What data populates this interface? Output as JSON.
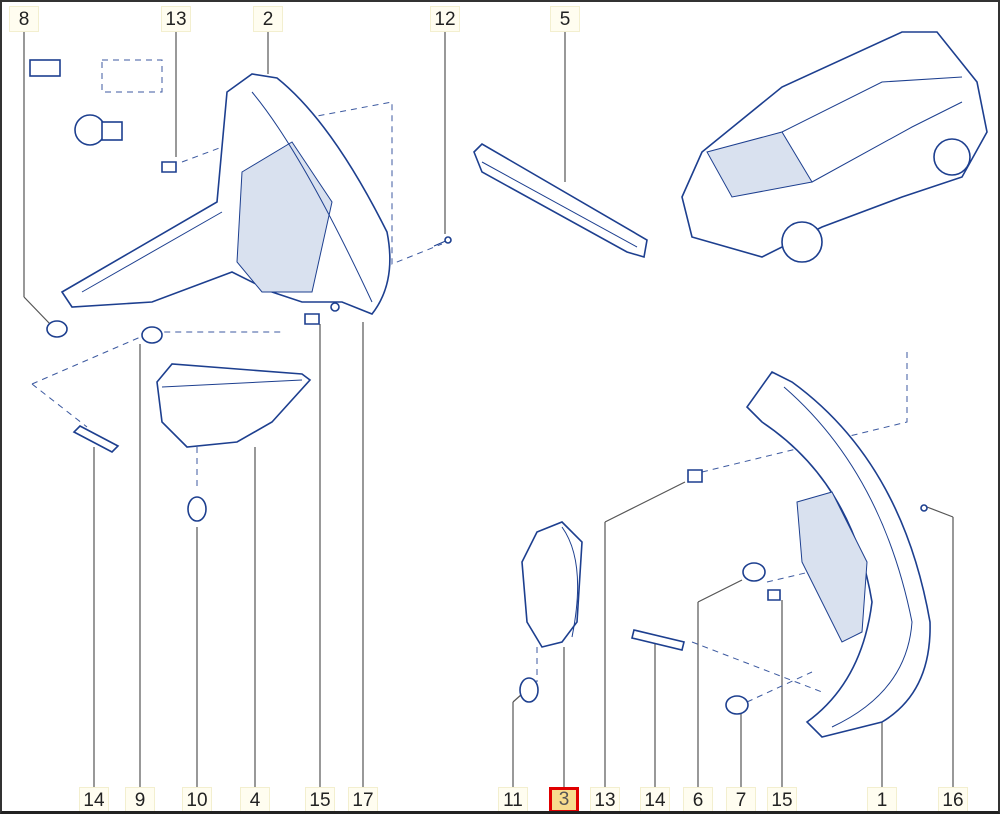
{
  "diagram": {
    "selected_callout": "3",
    "colors": {
      "line": "#1d3f8f",
      "callout_bg": "#fffdf0",
      "selected_bg": "#f7dc8e",
      "selected_border": "#e00000"
    },
    "callouts_top": [
      "8",
      "13",
      "2",
      "12",
      "5"
    ],
    "callouts_bottom": [
      "14",
      "9",
      "10",
      "4",
      "15",
      "17",
      "11",
      "3",
      "13",
      "14",
      "6",
      "7",
      "15",
      "1",
      "16"
    ]
  }
}
